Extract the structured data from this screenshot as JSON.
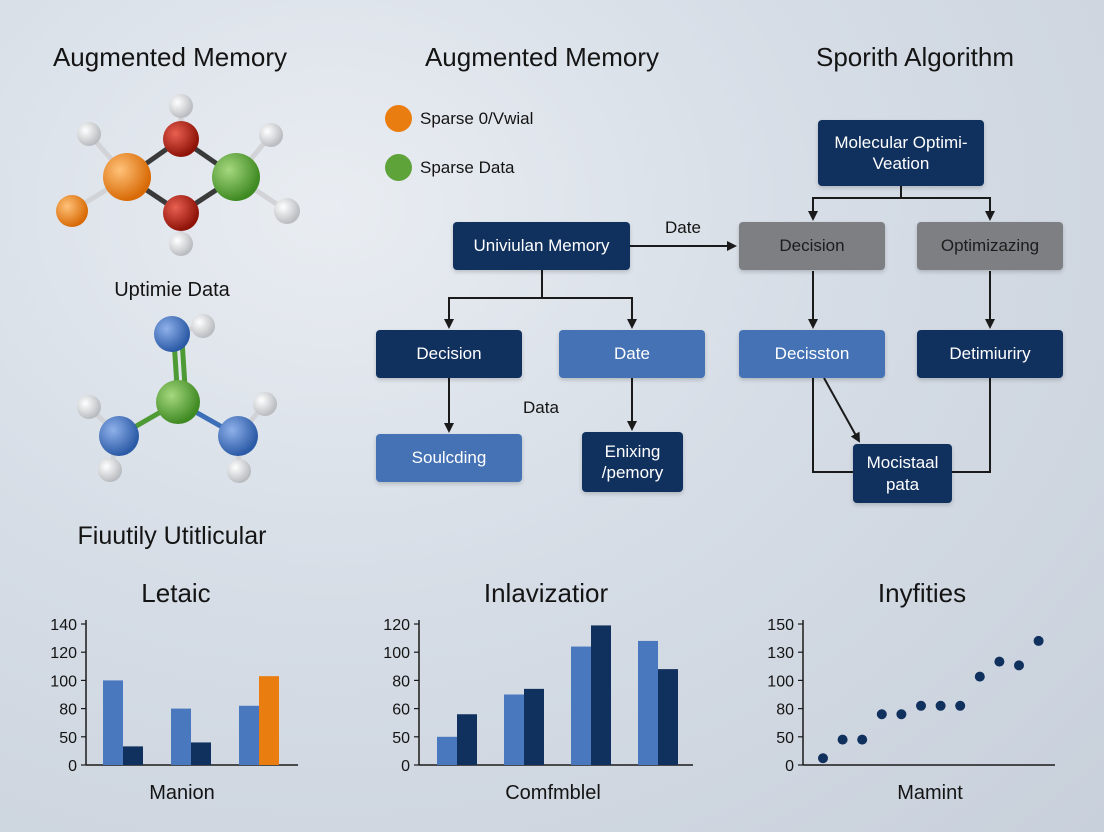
{
  "colors": {
    "dark_blue": "#10305e",
    "mid_blue": "#4472b5",
    "grey": "#7d7f82",
    "orange": "#ea7d0f",
    "green": "#5ea33a",
    "red": "#b31e12",
    "white_atom": "#eeeeee"
  },
  "left_panel": {
    "title": "Augmented Memory",
    "molecule1_caption": "Uptimie Data",
    "section_title": "Fiuutily Utitlicular"
  },
  "middle_panel": {
    "title": "Augmented Memory",
    "legend": [
      {
        "label": "Sparse 0/Vwial",
        "color": "#ea7d0f"
      },
      {
        "label": "Sparse Data",
        "color": "#5ea33a"
      }
    ],
    "nodes": {
      "root": "Univiulan Memory",
      "decision": "Decision",
      "date": "Date",
      "soulcding": "Soulcding",
      "enixing": "Enixing /pemory"
    },
    "edge_labels": {
      "date": "Date",
      "data": "Data"
    }
  },
  "right_panel": {
    "title": "Sporith Algorithm",
    "nodes": {
      "root": "Molecular Optimi- Veation",
      "decision": "Decision",
      "optimizazing": "Optimizazing",
      "decisston": "Decisston",
      "detimiuriry": "Detimiuriry",
      "mocistaal": "Mocistaal pata"
    }
  },
  "chart_data": [
    {
      "type": "bar",
      "title": "Letaic",
      "xlabel": "Manion",
      "ylabel": "",
      "y_ticks": [
        0,
        50,
        80,
        100,
        120,
        140
      ],
      "groups": [
        [
          {
            "value": 100,
            "color": "#4a78be"
          },
          {
            "value": 33,
            "color": "#10305e"
          }
        ],
        [
          {
            "value": 80,
            "color": "#4a78be"
          },
          {
            "value": 40,
            "color": "#10305e"
          }
        ],
        [
          {
            "value": 82,
            "color": "#4a78be"
          },
          {
            "value": 103,
            "color": "#ea7d0f"
          }
        ]
      ]
    },
    {
      "type": "bar",
      "title": "Inlavizatior",
      "xlabel": "Comfmblel",
      "ylabel": "",
      "y_ticks": [
        0,
        50,
        60,
        80,
        100,
        120
      ],
      "groups": [
        [
          {
            "value": 50,
            "color": "#4a78be"
          },
          {
            "value": 58,
            "color": "#10305e"
          }
        ],
        [
          {
            "value": 70,
            "color": "#4a78be"
          },
          {
            "value": 74,
            "color": "#10305e"
          }
        ],
        [
          {
            "value": 104,
            "color": "#4a78be"
          },
          {
            "value": 119,
            "color": "#10305e"
          }
        ],
        [
          {
            "value": 108,
            "color": "#4a78be"
          },
          {
            "value": 88,
            "color": "#10305e"
          }
        ]
      ]
    },
    {
      "type": "scatter",
      "title": "Inyfities",
      "xlabel": "Mamint",
      "ylabel": "",
      "y_ticks": [
        0,
        50,
        80,
        100,
        130,
        150
      ],
      "points_y": [
        12,
        45,
        45,
        74,
        74,
        82,
        82,
        82,
        104,
        120,
        116,
        138
      ]
    }
  ]
}
